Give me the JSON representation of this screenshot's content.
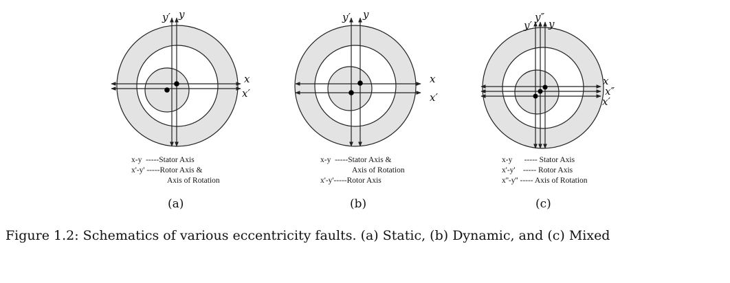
{
  "panels": [
    {
      "id": "a",
      "label": "(a)",
      "axis_labels": {
        "y_prime": "y′",
        "y": "y",
        "x": "x",
        "x_prime": "x′"
      },
      "legend": [
        "x-y  -----Stator Axis",
        "x'-y' -----Rotor Axis &",
        "Axis of Rotation"
      ]
    },
    {
      "id": "b",
      "label": "(b)",
      "axis_labels": {
        "y_prime": "y′",
        "y": "y",
        "x": "x",
        "x_prime": "x′"
      },
      "legend": [
        "x-y  -----Stator Axis &",
        "Axis of Rotation",
        "x'-y'-----Rotor Axis"
      ]
    },
    {
      "id": "c",
      "label": "(c)",
      "axis_labels": {
        "y_prime": "y′",
        "y_dprime": "y″",
        "y": "y",
        "x": "x",
        "x_dprime": "x″",
        "x_prime": "x′"
      },
      "legend": [
        "x-y      ----- Stator Axis",
        "x'-y'    ----- Rotor Axis",
        "x''-y'' ----- Axis of Rotation"
      ]
    }
  ],
  "caption": "Figure 1.2: Schematics of various eccentricity faults. (a) Static, (b) Dynamic, and (c) Mixed",
  "colors": {
    "annulus_fill": "#e3e3e3",
    "rotor_fill": "#e3e3e3",
    "stroke": "#222222",
    "text": "#111111"
  }
}
